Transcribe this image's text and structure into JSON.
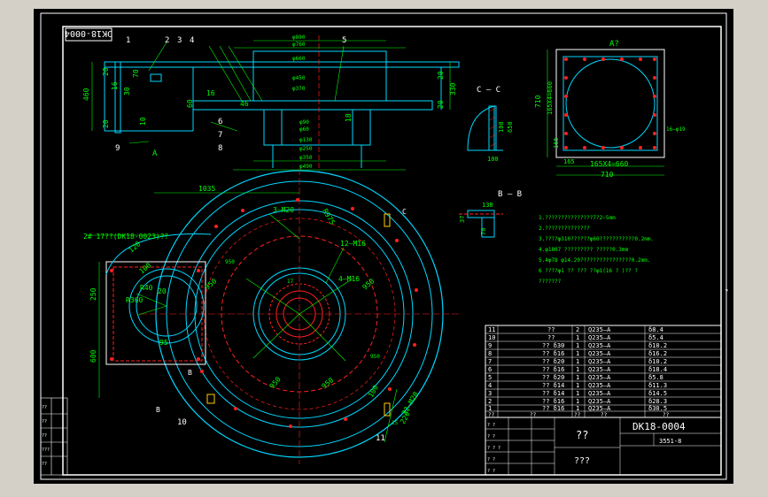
{
  "colors": {
    "background": "#000000",
    "frame": "#ffffff",
    "cyan": "#00d8ff",
    "red": "#ff2020",
    "green": "#00ff00",
    "white": "#ffffff",
    "yellow": "#ffd000"
  },
  "drawing": {
    "code_rotated": "DK18-0004",
    "title_code": "DK18-0004",
    "title_name": "??",
    "title_sub": "???",
    "title_num": "3551-8",
    "side_mark": "?"
  },
  "views": {
    "section_cc": "C – C",
    "section_bb": "B – B",
    "view_a": "A?",
    "marker_a": "A",
    "marker_b1": "B",
    "marker_b2": "B",
    "marker_c": "C"
  },
  "callouts": [
    "1",
    "2",
    "3",
    "4",
    "5",
    "6",
    "7",
    "8",
    "9",
    "10",
    "11"
  ],
  "dims": {
    "front_460": "460",
    "front_20a": "20",
    "front_20b": "20",
    "front_16": "16",
    "front_30": "30",
    "front_70": "70",
    "front_10": "10",
    "front_60": "60",
    "front_16b": "16",
    "front_46": "46",
    "front_330": "330",
    "front_20c": "20",
    "front_20d": "20",
    "front_18": "18",
    "phi_top1": "φ890",
    "phi_top2": "φ760",
    "phi_top3": "φ660",
    "phi_mid1": "φ450",
    "phi_mid2": "φ370",
    "phi_low1": "φ90",
    "phi_low2": "φ60",
    "phi_low3": "φ130",
    "phi_low4": "φ250",
    "phi_low5": "φ350",
    "phi_low6": "φ490",
    "dim_1035": "1035",
    "dim_3m20": "3–M20",
    "dim_r975": "R975",
    "dim_12m16": "12–M16",
    "dim_4m16": "4–M16",
    "dim_950a": "950",
    "dim_950b": "950",
    "dim_950c": "950",
    "dim_950d": "950",
    "dim_950e": "950",
    "dim_950f": "950",
    "dim_250": "250",
    "dim_600": "600",
    "dim_95": "95",
    "dim_r360": "R360",
    "dim_r40": "R40",
    "dim_20": "20",
    "dim_120": "120",
    "dim_100": "100",
    "dim_100b": "100",
    "dim_32m20": "32–M20",
    "dim_220": "220",
    "dim_15": "15",
    "dim_17": "17",
    "ref_label": "2#  17??(DK18-0023)??",
    "cc_100": "100",
    "cc_650": "650",
    "cc_100b": "100",
    "bb_138": "138",
    "bb_37": "37",
    "bb_70": "70",
    "a_710v": "710",
    "a_165x4v": "165X4=660",
    "a_165v": "165",
    "a_165h": "165",
    "a_165x4h": "165X4=660",
    "a_710h": "710",
    "a_16phi": "16–φ19"
  },
  "notes": [
    "1.???????????????7?2–5mm",
    "2.??????????????",
    "3.????φ310??????φ60???????????0.2mm.",
    "4.φ1807 ????????? ?????0.3mm",
    "5.4φ78 φ14.20????????????????0.2mm.",
    "6 ????φ1 ?? ??? ??φ1(16 ? )?? ?",
    "???????"
  ],
  "bom": [
    {
      "no": "11",
      "name": "??",
      "qty": "2",
      "mat": "Q235–A",
      "note": "δ8.4"
    },
    {
      "no": "10",
      "name": "??",
      "qty": "1",
      "mat": "Q235–A",
      "note": "δ5.4"
    },
    {
      "no": "9",
      "name": "?? δ30",
      "qty": "1",
      "mat": "Q235–A",
      "note": "δ10.2"
    },
    {
      "no": "8",
      "name": "?? δ16",
      "qty": "1",
      "mat": "Q235–A",
      "note": "δ16.2"
    },
    {
      "no": "7",
      "name": "?? δ20",
      "qty": "1",
      "mat": "Q235–A",
      "note": "δ10.2"
    },
    {
      "no": "6",
      "name": "?? δ16",
      "qty": "1",
      "mat": "Q235–A",
      "note": "δ18.4"
    },
    {
      "no": "5",
      "name": "?? δ20",
      "qty": "1",
      "mat": "Q235–A",
      "note": "δ5.8"
    },
    {
      "no": "4",
      "name": "?? δ14",
      "qty": "1",
      "mat": "Q235–A",
      "note": "δ11.3"
    },
    {
      "no": "3",
      "name": "?? δ14",
      "qty": "1",
      "mat": "Q235–A",
      "note": "δ14.5"
    },
    {
      "no": "2",
      "name": "?? δ16",
      "qty": "1",
      "mat": "Q235–A",
      "note": "δ28.3"
    },
    {
      "no": "1",
      "name": "?? δ16",
      "qty": "1",
      "mat": "Q235–A",
      "note": "δ30.5"
    }
  ],
  "bom_header": {
    "no": "??",
    "name": "??",
    "qty": "??",
    "mat": "??",
    "note": "??"
  },
  "title_small": [
    "? ?",
    "? ?",
    "? ? ?",
    "? ?",
    "? ?"
  ],
  "revision_small": [
    "??",
    "??",
    "??",
    "???",
    "??"
  ]
}
